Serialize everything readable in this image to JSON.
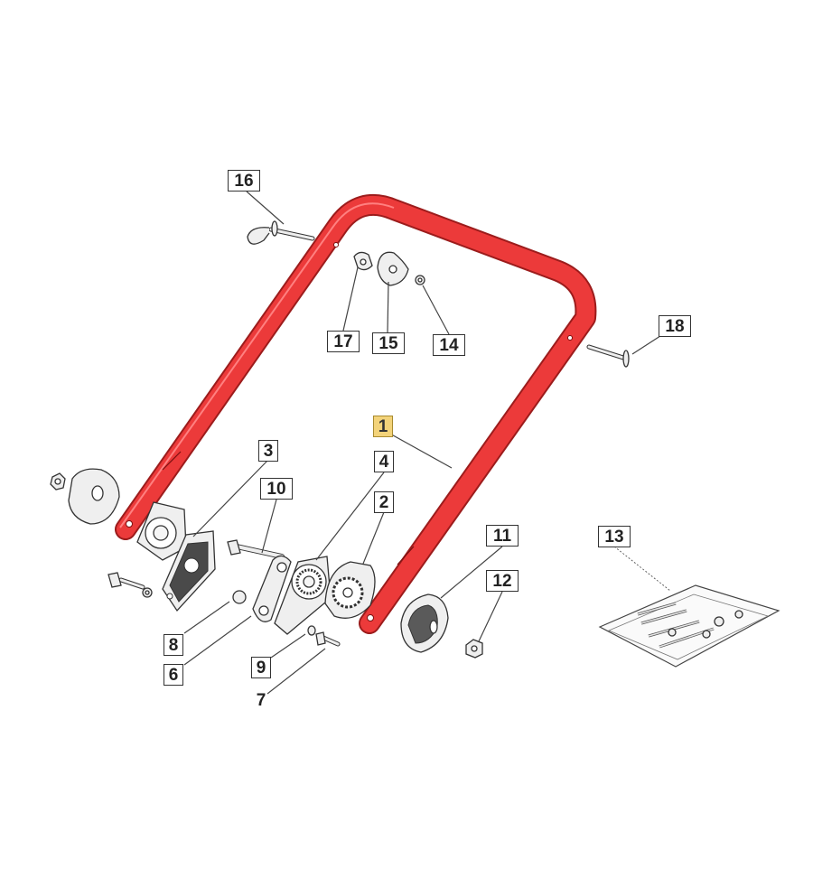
{
  "diagram": {
    "colors": {
      "handle": "#ec3a3a",
      "handle_outline": "#9c1c1c",
      "highlight": "#f3d37a",
      "line": "#444444"
    },
    "callouts": [
      {
        "id": "16",
        "label": "16",
        "highlighted": false
      },
      {
        "id": "17",
        "label": "17",
        "highlighted": false
      },
      {
        "id": "15",
        "label": "15",
        "highlighted": false
      },
      {
        "id": "14",
        "label": "14",
        "highlighted": false
      },
      {
        "id": "18",
        "label": "18",
        "highlighted": false
      },
      {
        "id": "1",
        "label": "1",
        "highlighted": true
      },
      {
        "id": "3",
        "label": "3",
        "highlighted": false
      },
      {
        "id": "4",
        "label": "4",
        "highlighted": false
      },
      {
        "id": "10",
        "label": "10",
        "highlighted": false
      },
      {
        "id": "2",
        "label": "2",
        "highlighted": false
      },
      {
        "id": "11",
        "label": "11",
        "highlighted": false
      },
      {
        "id": "13",
        "label": "13",
        "highlighted": false
      },
      {
        "id": "12",
        "label": "12",
        "highlighted": false
      },
      {
        "id": "8",
        "label": "8",
        "highlighted": false
      },
      {
        "id": "6",
        "label": "6",
        "highlighted": false
      },
      {
        "id": "9",
        "label": "9",
        "highlighted": false
      },
      {
        "id": "7",
        "label": "7",
        "highlighted": false
      }
    ]
  }
}
